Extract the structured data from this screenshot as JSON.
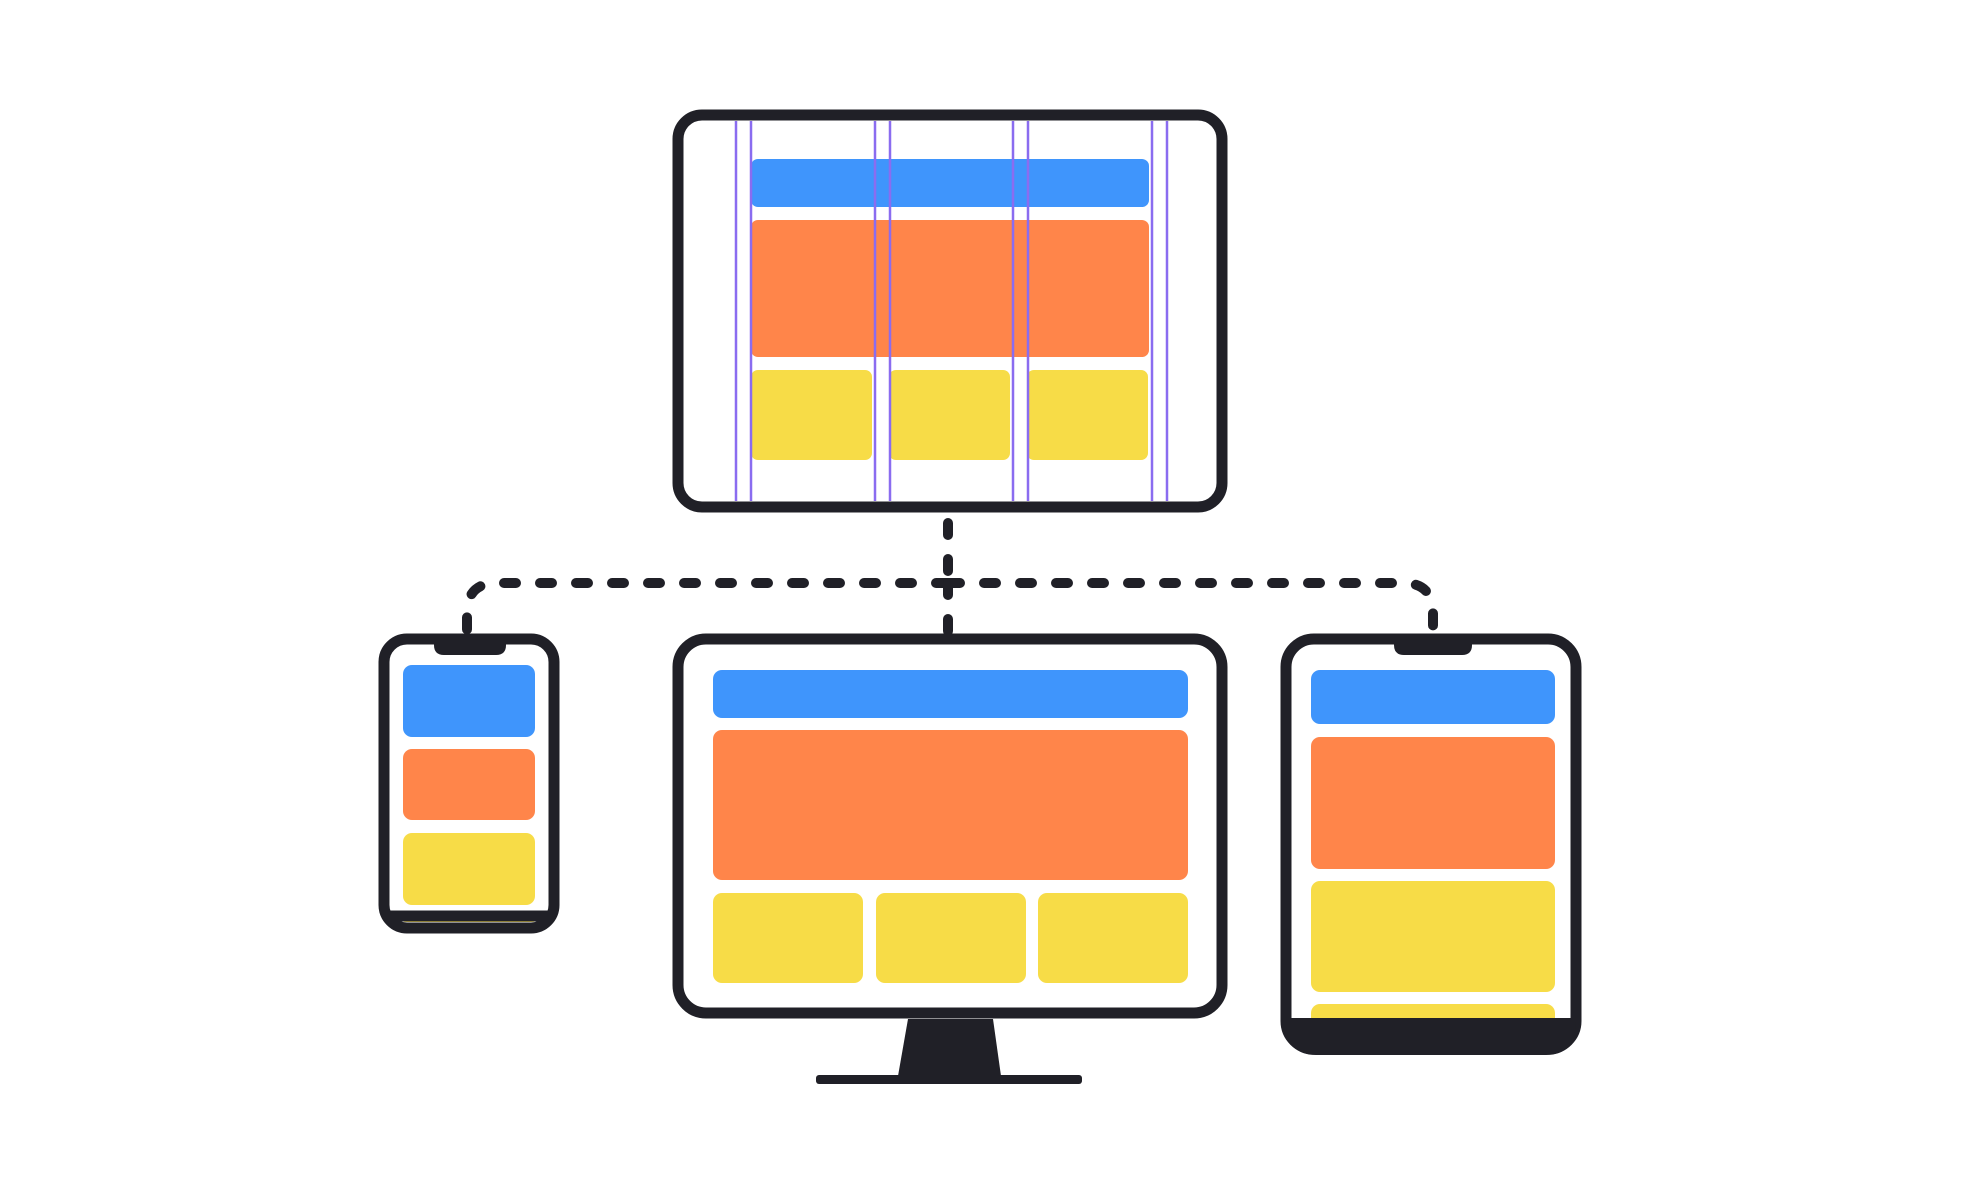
{
  "colors": {
    "background": "#ffffff",
    "outline": "#202027",
    "header_block": "#3f95fc",
    "hero_block": "#ff854a",
    "card_block": "#f7dc47",
    "grid_guides": "#8a6cf0"
  },
  "diagram": {
    "root": "grid-layout-wireframe",
    "children": [
      "mobile-phone",
      "desktop-monitor",
      "tablet"
    ],
    "connector_style": "dashed"
  }
}
